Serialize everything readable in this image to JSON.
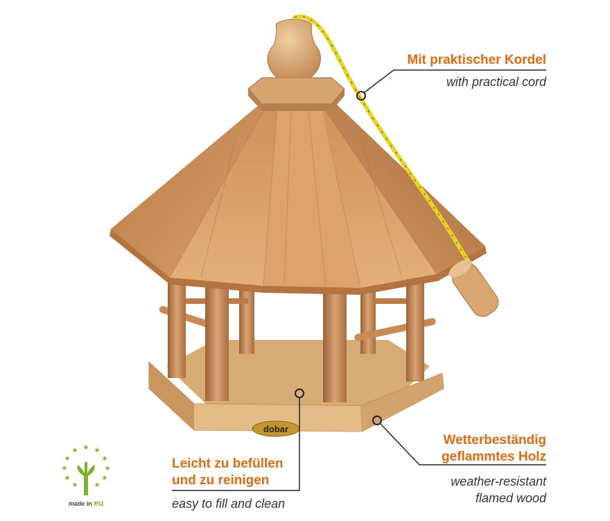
{
  "callouts": {
    "cord": {
      "de": "Mit praktischer Kordel",
      "en": "with practical cord"
    },
    "wood": {
      "de_line1": "Wetterbeständig",
      "de_line2": "geflammtes Holz",
      "en_line1": "weather-resistant",
      "en_line2": "flamed wood"
    },
    "fill": {
      "de_line1": "Leicht zu befüllen",
      "de_line2": "und zu reinigen",
      "en": "easy to fill and clean"
    }
  },
  "brand_badge": {
    "text": "dobar"
  },
  "eu_badge": {
    "prefix": "made in",
    "suffix": "eu"
  },
  "colors": {
    "accent": "#e06a12",
    "text": "#333333",
    "wood": "#c98c55",
    "cord": "#f0d21a",
    "eu_green": "#7ab32e"
  },
  "image": {
    "subject": "octagonal wooden bird feeder with hanging cord"
  }
}
